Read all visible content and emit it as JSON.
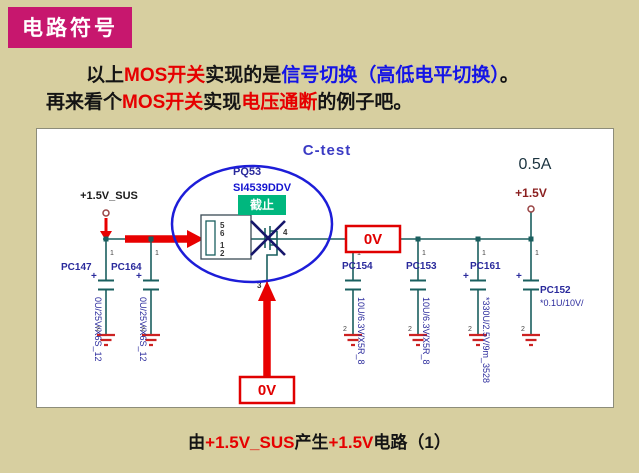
{
  "banner": {
    "title": "电路符号"
  },
  "intro": {
    "line1": [
      "以上",
      "MOS开关",
      "实现的是",
      "信号切换",
      "（高低电平切换）",
      "。"
    ],
    "line2": [
      "再来看个",
      "MOS开关",
      "实现",
      "电压通断",
      "的例子吧。"
    ]
  },
  "schematic": {
    "title": "C-test",
    "current_rating": "0.5A",
    "left_rail_label": "+1.5V_SUS",
    "right_rail_label": "+1.5V",
    "probe_top": "0V",
    "probe_bottom": "0V",
    "mosfet": {
      "ref": "PQ53",
      "part": "SI4539DDV",
      "state": "截止",
      "pins": {
        "p1": "1",
        "p2": "2",
        "p3": "3",
        "p4": "4",
        "p5": "5",
        "p6": "6"
      }
    },
    "polarity_mark": "+",
    "cap_pin_top": "1",
    "cap_pin_bottom": "2",
    "capacitors": [
      {
        "ref": "PC147",
        "value": "0U/25V/X6S_12"
      },
      {
        "ref": "PC164",
        "value": "0U/25V/X6S_12"
      },
      {
        "ref": "PC154",
        "value": "10U/6.3V/X5R_8"
      },
      {
        "ref": "PC153",
        "value": "10U/6.3V/X5R_8"
      },
      {
        "ref": "PC161",
        "value": "*330U/2.5V/9m_3528"
      },
      {
        "ref": "PC152",
        "value": "*0.1U/10V/"
      }
    ]
  },
  "caption": [
    "由",
    "+1.5V_SUS",
    "产生",
    "+1.5V",
    "电路（1）"
  ],
  "colors": {
    "background": "#d7cfa0",
    "banner_bg": "#c7176e",
    "red_text": "#e60000",
    "blue_text": "#1414e6",
    "wire": "#1a5f5f",
    "ground": "#cc2222",
    "component_label": "#2a2a9c",
    "highlight_ellipse": "#1d1dd8",
    "state_badge_bg": "#00b77e",
    "probe_red": "#e00000"
  }
}
